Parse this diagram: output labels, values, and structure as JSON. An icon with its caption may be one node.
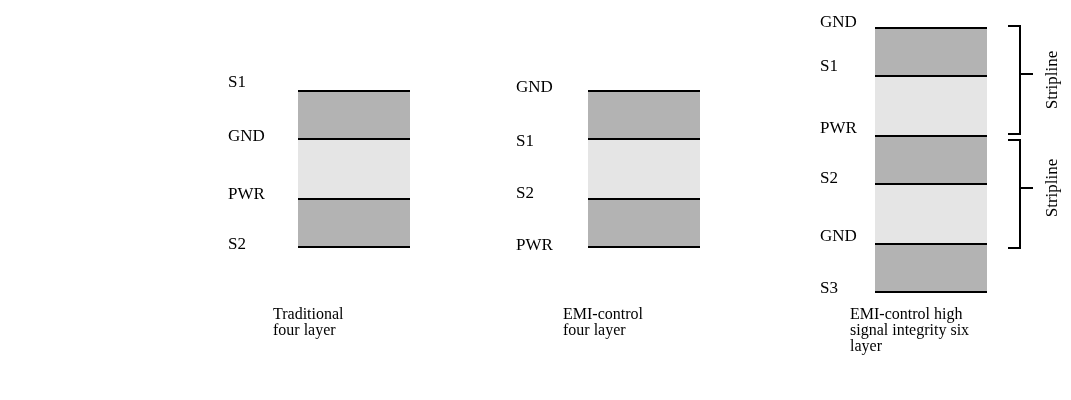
{
  "diagram": {
    "labels": [
      "S1",
      "GND",
      "PWR",
      "S2",
      "Traditional four layer",
      "GND",
      "S1",
      "S2",
      "PWR",
      "EMI-control four layer",
      "GND",
      "S1",
      "PWR",
      "S2",
      "GND",
      "S3",
      "Stripline",
      "Stripline",
      "EMI-control high signal integrity six layer"
    ]
  }
}
